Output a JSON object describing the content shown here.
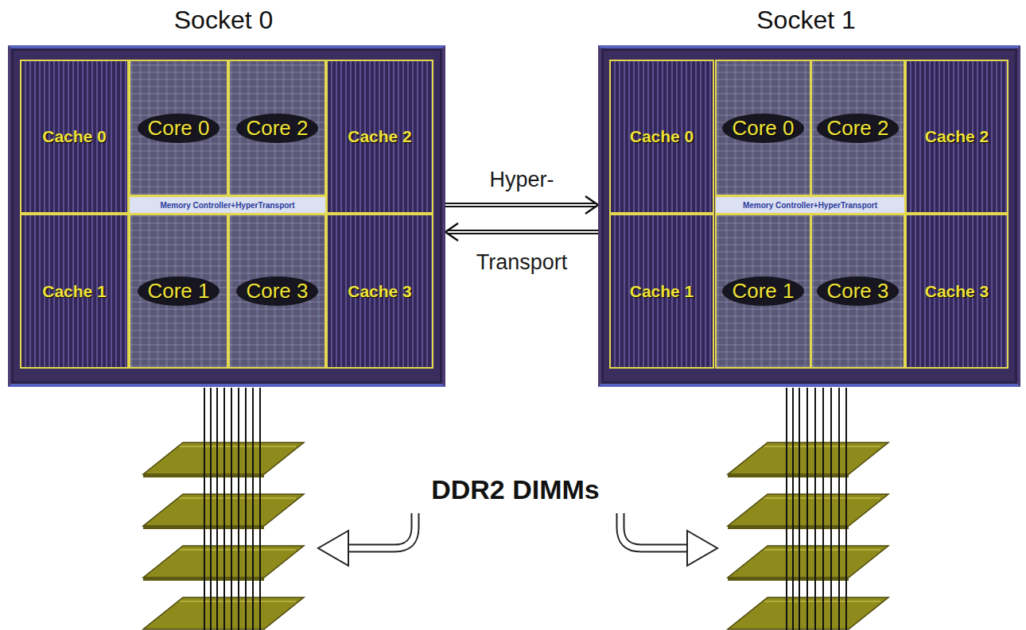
{
  "diagram": {
    "nodes": [
      {
        "text": [
          "Socket 0"
        ]
      },
      {
        "text": [
          "Cache 0"
        ],
        "in": 0
      },
      {
        "text": [
          "Core 0"
        ],
        "in": 0
      },
      {
        "text": [
          "Core 2"
        ],
        "in": 0
      },
      {
        "text": [
          "Cache 2"
        ],
        "in": 0
      },
      {
        "text": [
          "Memory Controller+HyperTransport"
        ],
        "in": 0
      },
      {
        "text": [
          "Cache 1"
        ],
        "in": 0
      },
      {
        "text": [
          "Core 1"
        ],
        "in": 0
      },
      {
        "text": [
          "Core 3"
        ],
        "in": 0
      },
      {
        "text": [
          "Cache 3"
        ],
        "in": 0
      },
      {
        "text": [
          "Socket 1"
        ]
      },
      {
        "text": [
          "Cache 0"
        ],
        "in": 10
      },
      {
        "text": [
          "Core 0"
        ],
        "in": 10
      },
      {
        "text": [
          "Core 2"
        ],
        "in": 10
      },
      {
        "text": [
          "Cache 2"
        ],
        "in": 10
      },
      {
        "text": [
          "Memory Controller+HyperTransport"
        ],
        "in": 10
      },
      {
        "text": [
          "Cache 1"
        ],
        "in": 10
      },
      {
        "text": [
          "Core 1"
        ],
        "in": 10
      },
      {
        "text": [
          "Core 3"
        ],
        "in": 10
      },
      {
        "text": [
          "Cache 3"
        ],
        "in": 10
      }
    ],
    "edges": [
      {
        "from": 0,
        "to": 10,
        "arrow": "to",
        "label": "Hyper-"
      },
      {
        "from": 10,
        "to": 0,
        "arrow": "to",
        "label": "Transport"
      }
    ],
    "labels": [
      "DDR2 DIMMs"
    ]
  }
}
